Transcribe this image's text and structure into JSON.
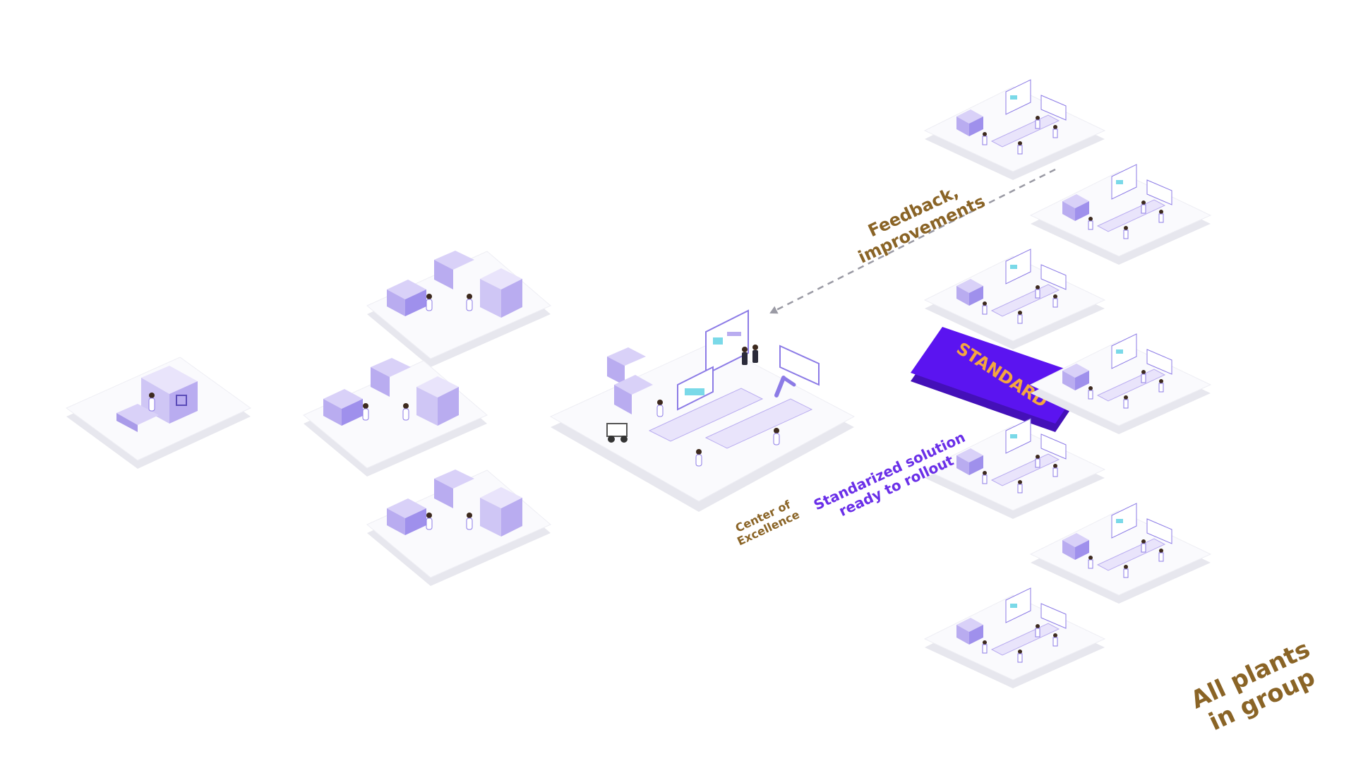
{
  "colors": {
    "standard_fill": "#5b14f0",
    "standard_text": "#f4a640",
    "label_brown": "#8a6426",
    "label_purple": "#6a2fe8",
    "platform_top": "#fafafd",
    "platform_side": "#e7e7ee",
    "machine": "#cfc6f5",
    "machine_dark": "#8c7be6",
    "arrow": "#9a9aa4"
  },
  "labels": {
    "standard": "STANDARD",
    "feedback_line1": "Feedback,",
    "feedback_line2": "improvements",
    "standardized_line1": "Standarized solution",
    "standardized_line2": "ready to rollout",
    "coe_line1": "Center of",
    "coe_line2": "Excellence",
    "plants_line1": "All plants",
    "plants_line2": "in group"
  },
  "diagram": {
    "stages": [
      {
        "name": "single-machine-platform",
        "platforms": 1
      },
      {
        "name": "multi-cell-platforms",
        "platforms": 3
      },
      {
        "name": "center-of-excellence-platform",
        "platforms": 1
      },
      {
        "name": "standard-package",
        "platforms": 1
      },
      {
        "name": "group-plant-platforms",
        "platforms": 7
      }
    ],
    "icons": [
      "machine-icon",
      "worker-icon",
      "dashboard-screen-icon",
      "robot-arm-icon",
      "forklift-icon",
      "dashed-arrow-icon"
    ]
  }
}
